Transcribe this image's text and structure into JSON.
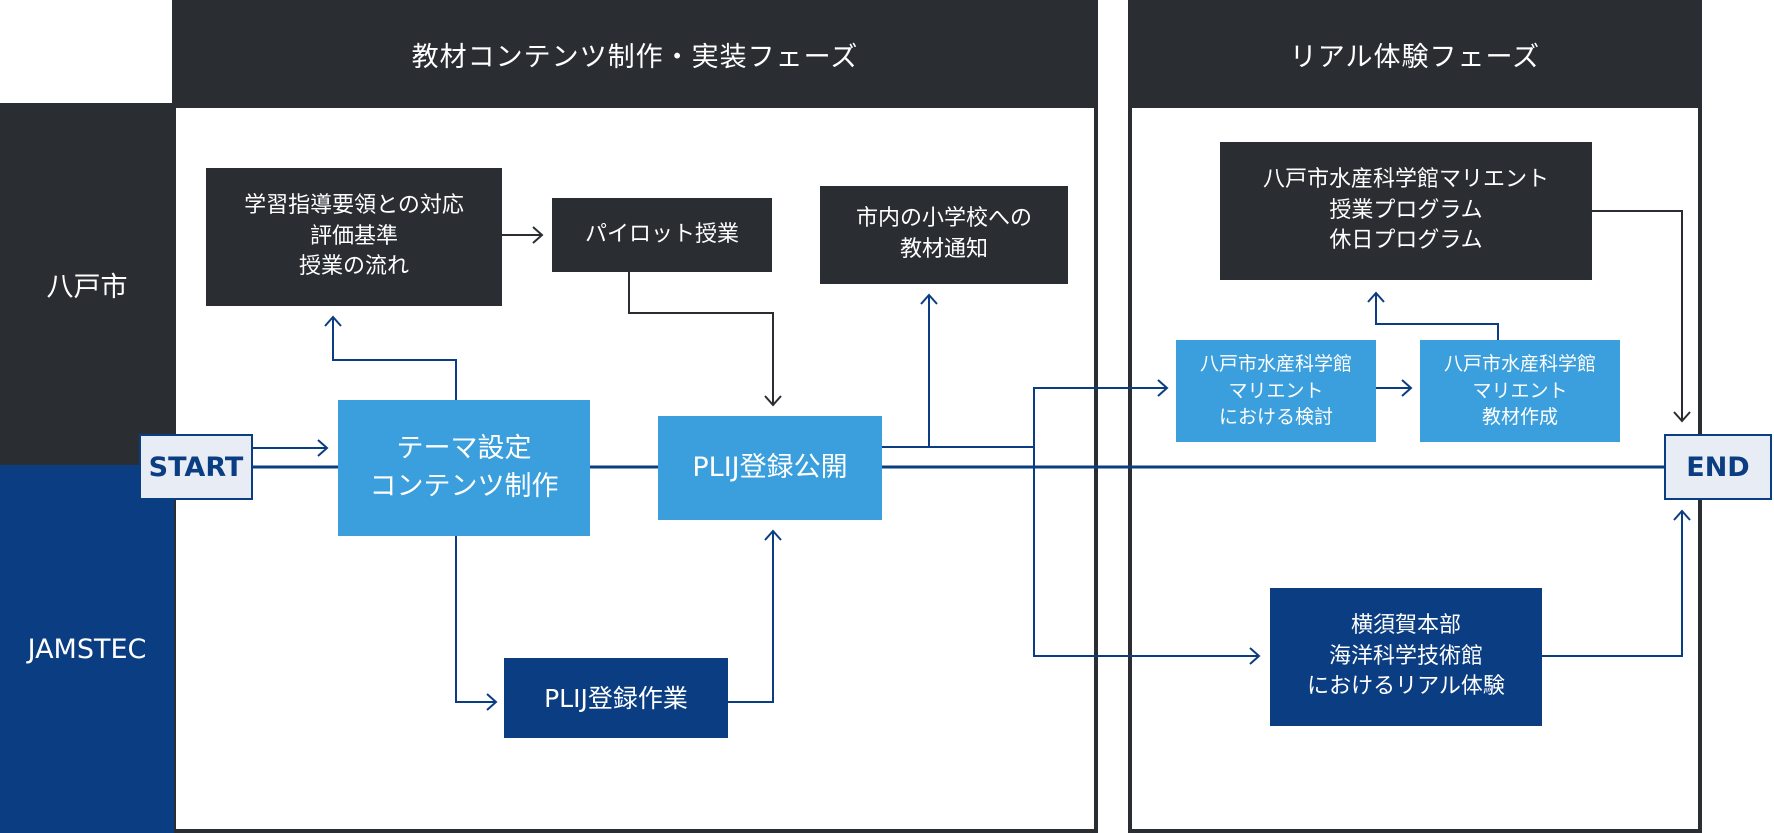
{
  "phases": {
    "content": "教材コンテンツ制作・実装フェーズ",
    "real": "リアル体験フェーズ"
  },
  "lanes": {
    "hachinohe": "八戸市",
    "jamstec": "JAMSTEC"
  },
  "terminals": {
    "start": "START",
    "end": "END"
  },
  "nodes": {
    "curriculum": "学習指導要領との対応\n評価基準\n授業の流れ",
    "pilot": "パイロット授業",
    "notify": "市内の小学校への\n教材通知",
    "theme": "テーマ設定\nコンテンツ制作",
    "publish": "PLIJ登録公開",
    "register": "PLIJ登録作業",
    "marient_program": "八戸市水産科学館マリエント\n授業プログラム\n休日プログラム",
    "marient_study": "八戸市水産科学館\nマリエント\nにおける検討",
    "marient_material": "八戸市水産科学館\nマリエント\n教材作成",
    "yokosuka": "横須賀本部\n海洋科学技術館\nにおけるリアル体験"
  },
  "colors": {
    "dark": "#2a2e33",
    "navy": "#0b3d82",
    "light_blue": "#3a9fdc",
    "terminal_bg": "#e8ecf4"
  }
}
